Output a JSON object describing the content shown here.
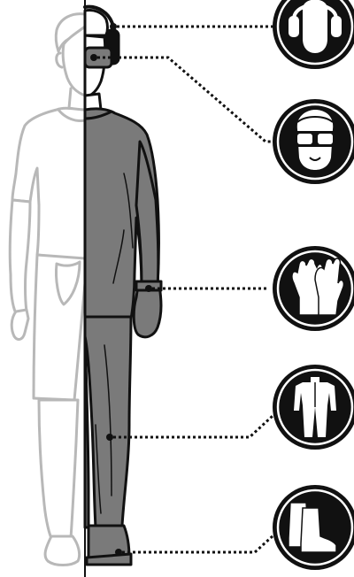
{
  "figure": {
    "background": "#ffffff",
    "colors": {
      "worker_outline_light": "#b8b8b8",
      "worker_fill_light": "#ffffff",
      "worker_suit": "#7a7a7a",
      "worker_outline_dark": "#111111",
      "badge_fill": "#111111",
      "badge_ring": "#ffffff",
      "icon_color": "#ffffff",
      "leader_color": "#111111"
    },
    "equipment": [
      {
        "id": "ear-protection",
        "icon": "earmuffs-head-icon",
        "attached_to": "ears"
      },
      {
        "id": "eye-protection",
        "icon": "goggles-face-icon",
        "attached_to": "eyes"
      },
      {
        "id": "hand-protection",
        "icon": "gloves-icon",
        "attached_to": "wrist"
      },
      {
        "id": "body-protection",
        "icon": "coverall-icon",
        "attached_to": "leg"
      },
      {
        "id": "foot-protection",
        "icon": "boots-icon",
        "attached_to": "ankle"
      }
    ]
  }
}
